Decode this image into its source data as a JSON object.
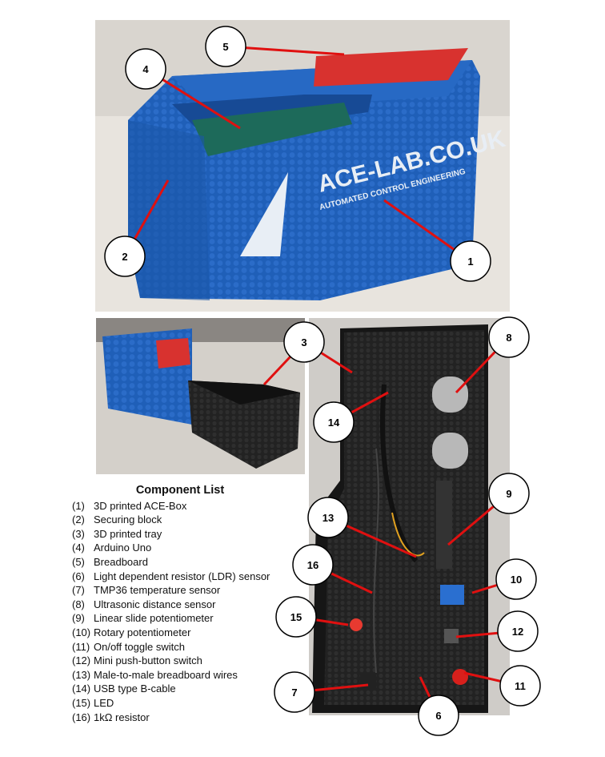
{
  "photos": {
    "box_logo": "ACE-LAB.CO.UK",
    "box_tagline": "AUTOMATED CONTROL ENGINEERING"
  },
  "callouts": [
    "1",
    "2",
    "3",
    "4",
    "5",
    "6",
    "7",
    "8",
    "9",
    "10",
    "11",
    "12",
    "13",
    "14",
    "15",
    "16"
  ],
  "component_list": {
    "title": "Component List",
    "items": [
      {
        "num": "(1)",
        "label": "3D printed ACE-Box"
      },
      {
        "num": "(2)",
        "label": "Securing block"
      },
      {
        "num": "(3)",
        "label": "3D printed tray"
      },
      {
        "num": "(4)",
        "label": "Arduino Uno"
      },
      {
        "num": "(5)",
        "label": "Breadboard"
      },
      {
        "num": "(6)",
        "label": "Light dependent resistor (LDR) sensor"
      },
      {
        "num": "(7)",
        "label": "TMP36 temperature sensor"
      },
      {
        "num": "(8)",
        "label": "Ultrasonic distance sensor"
      },
      {
        "num": "(9)",
        "label": "Linear slide potentiometer"
      },
      {
        "num": "(10)",
        "label": "Rotary potentiometer"
      },
      {
        "num": "(11)",
        "label": "On/off toggle switch"
      },
      {
        "num": "(12)",
        "label": "Mini push-button switch"
      },
      {
        "num": "(13)",
        "label": "Male-to-male breadboard wires"
      },
      {
        "num": "(14)",
        "label": "USB type B-cable"
      },
      {
        "num": "(15)",
        "label": "LED"
      },
      {
        "num": "(16)",
        "label": "1kΩ resistor"
      }
    ]
  },
  "colors": {
    "box_blue": "#1f5fb8",
    "breadboard_red": "#d8322f",
    "tray_black": "#1e1e1e",
    "callout_line": "#e01010"
  }
}
